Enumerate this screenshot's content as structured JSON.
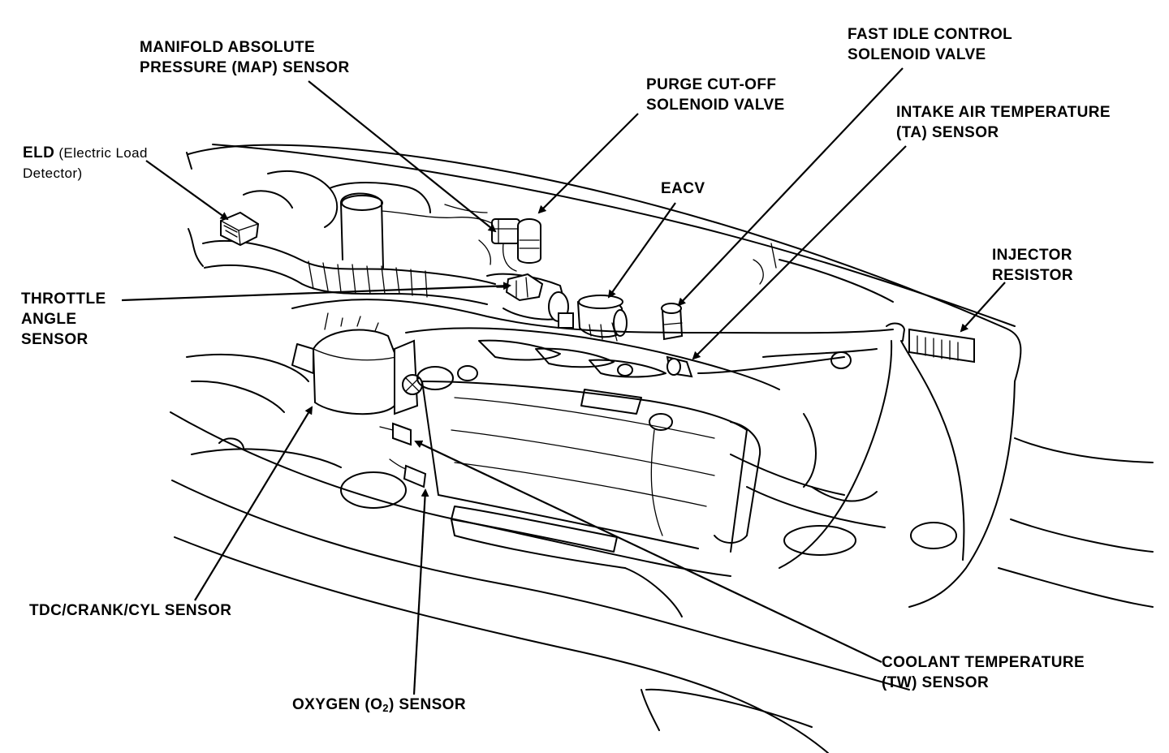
{
  "labels": {
    "map_sensor": {
      "line1": "MANIFOLD ABSOLUTE",
      "line2": "PRESSURE (MAP) SENSOR"
    },
    "purge_valve": {
      "line1": "PURGE CUT-OFF",
      "line2": "SOLENOID VALVE"
    },
    "fast_idle_valve": {
      "line1": "FAST IDLE CONTROL",
      "line2": "SOLENOID VALVE"
    },
    "intake_air_temp": {
      "line1": "INTAKE AIR TEMPERATURE",
      "line2": "(TA) SENSOR"
    },
    "eld": {
      "line1_bold": "ELD",
      "line1_rest": " (Electric Load",
      "line2": "Detector)"
    },
    "eacv": {
      "line1": "EACV"
    },
    "injector_resistor": {
      "line1": "INJECTOR",
      "line2": "RESISTOR"
    },
    "throttle_angle": {
      "line1": "THROTTLE",
      "line2": "ANGLE",
      "line3": "SENSOR"
    },
    "tdc_sensor": {
      "line1": "TDC/CRANK/CYL SENSOR"
    },
    "oxygen_sensor": {
      "pre": "OXYGEN (O",
      "sub": "2",
      "post": ") SENSOR"
    },
    "coolant_temp": {
      "line1": "COOLANT TEMPERATURE",
      "line2": "(TW) SENSOR"
    }
  }
}
